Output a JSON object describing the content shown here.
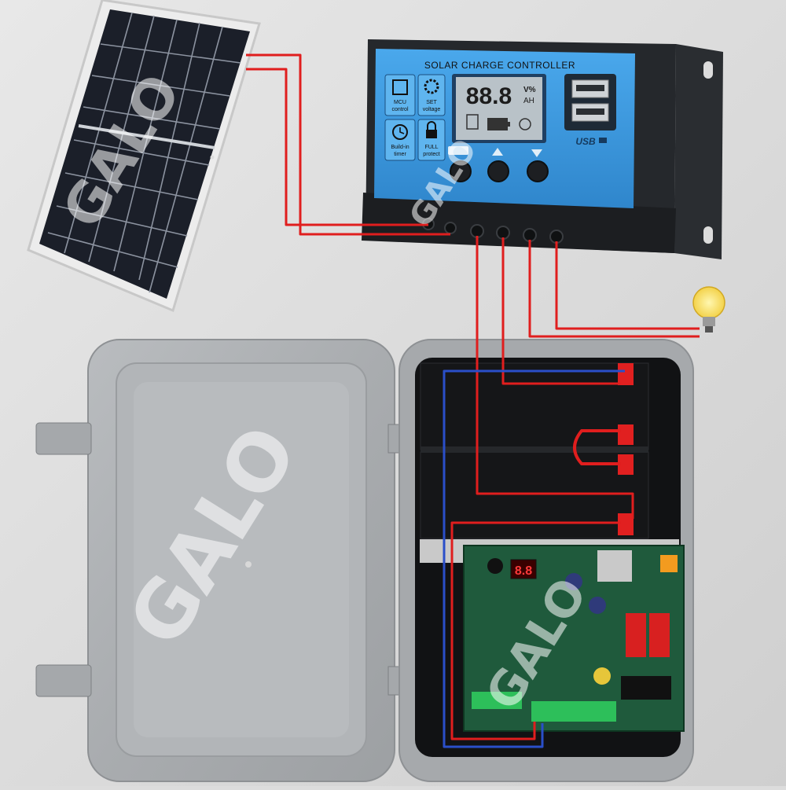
{
  "controller": {
    "title": "SOLAR CHARGE CONTROLLER",
    "display_value": "88.8",
    "display_unit_top": "V%",
    "display_unit_bottom": "AH",
    "usb_label": "USB",
    "features": [
      {
        "icon": "chip-icon",
        "line1": "MCU",
        "line2": "control"
      },
      {
        "icon": "gear-icon",
        "line1": "SET",
        "line2": "voltage"
      },
      {
        "icon": "clock-icon",
        "line1": "Build-in",
        "line2": "timer"
      },
      {
        "icon": "lock-icon",
        "line1": "FULL",
        "line2": "protect"
      }
    ],
    "colors": {
      "panel": "#3b9be0",
      "housing": "#2a2d31",
      "lcd": "#b9c2c8"
    }
  },
  "watermark": "GALO",
  "controller_board": {
    "display_value": "8.8"
  },
  "wires": {
    "positive_color": "#e01e1e",
    "negative_color": "#2a4fc9"
  }
}
